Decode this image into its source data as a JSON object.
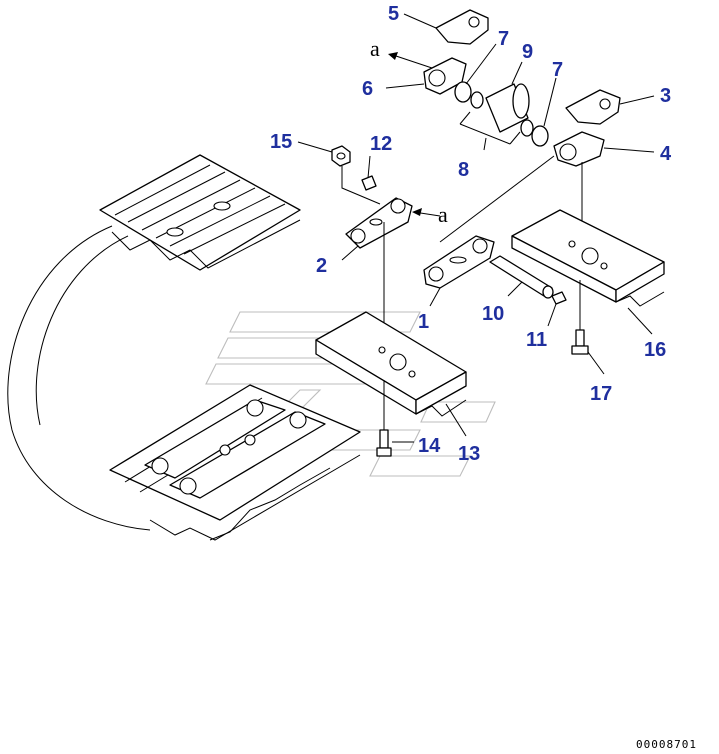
{
  "diagram": {
    "callouts": [
      {
        "id": "c1",
        "label": "1"
      },
      {
        "id": "c2",
        "label": "2"
      },
      {
        "id": "c3",
        "label": "3"
      },
      {
        "id": "c4",
        "label": "4"
      },
      {
        "id": "c5",
        "label": "5"
      },
      {
        "id": "c6",
        "label": "6"
      },
      {
        "id": "c7a",
        "label": "7"
      },
      {
        "id": "c7b",
        "label": "7"
      },
      {
        "id": "c8",
        "label": "8"
      },
      {
        "id": "c9",
        "label": "9"
      },
      {
        "id": "c10",
        "label": "10"
      },
      {
        "id": "c11",
        "label": "11"
      },
      {
        "id": "c12",
        "label": "12"
      },
      {
        "id": "c13",
        "label": "13"
      },
      {
        "id": "c14",
        "label": "14"
      },
      {
        "id": "c15",
        "label": "15"
      },
      {
        "id": "c16",
        "label": "16"
      },
      {
        "id": "c17",
        "label": "17"
      }
    ],
    "reference_marks": {
      "a1": "a",
      "a2": "a"
    },
    "document_number": "00008701",
    "colors": {
      "callout": "#1f2f9e",
      "line": "#000000",
      "watermark": "#bdbdbd"
    }
  }
}
